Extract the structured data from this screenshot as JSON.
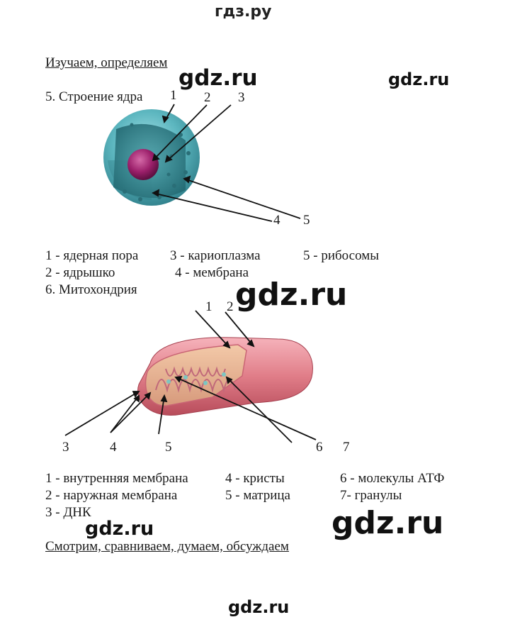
{
  "header": {
    "site": "гдз.ру"
  },
  "watermarks": [
    "gdz.ru",
    "gdz.ru",
    "gdz.ru",
    "gdz.ru",
    "gdz.ru",
    "gdz.ru"
  ],
  "section1": {
    "heading": "Изучаем, определяем",
    "task5_title": "5. Строение ядра",
    "nucleus_labels": [
      "1",
      "2",
      "3",
      "4",
      "5"
    ],
    "legend": [
      "1 -  ядерная пора",
      "3 - кариоплазма",
      "5 - рибосомы",
      "2 - ядрышко",
      "4 - мембрана"
    ]
  },
  "section2": {
    "task6_title": "6.  Митохондрия",
    "mito_labels": [
      "1",
      "2",
      "3",
      "4",
      "5",
      "6",
      "7"
    ],
    "legend": [
      "1 - внутренняя мембрана",
      "4 - кристы",
      "6 - молекулы АТФ",
      "2 - наружная мембрана",
      "5 - матрица",
      "7- гранулы",
      "3 - ДНК"
    ]
  },
  "footer_heading": "Смотрим, сравниваем, думаем, обсуждаем"
}
